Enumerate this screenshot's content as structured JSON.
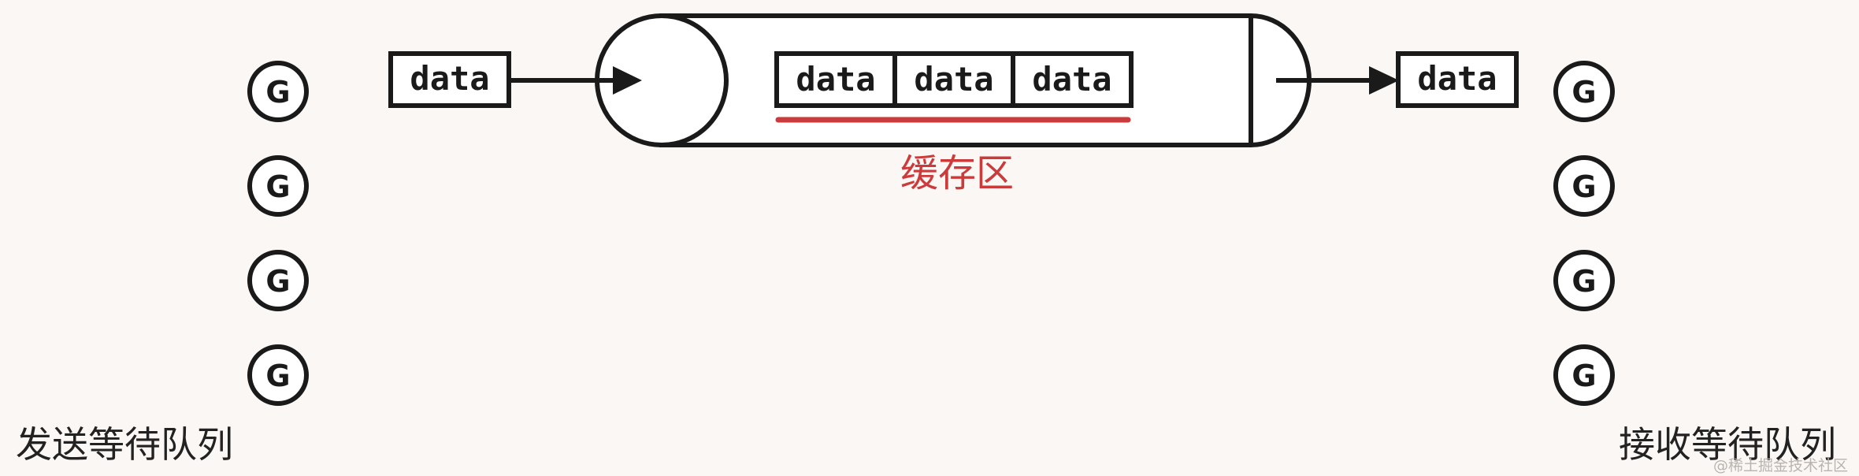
{
  "send_queue": {
    "label": "发送等待队列",
    "goroutines": [
      "G",
      "G",
      "G",
      "G"
    ]
  },
  "receive_queue": {
    "label": "接收等待队列",
    "goroutines": [
      "G",
      "G",
      "G",
      "G"
    ]
  },
  "incoming": {
    "label": "data"
  },
  "outgoing": {
    "label": "data"
  },
  "buffer": {
    "label": "缓存区",
    "cells": [
      "data",
      "data",
      "data"
    ]
  },
  "colors": {
    "stroke": "#1a1a1a",
    "background": "#faf7f4",
    "accent": "#cc3b3b"
  },
  "watermark": "@稀土掘金技术社区"
}
